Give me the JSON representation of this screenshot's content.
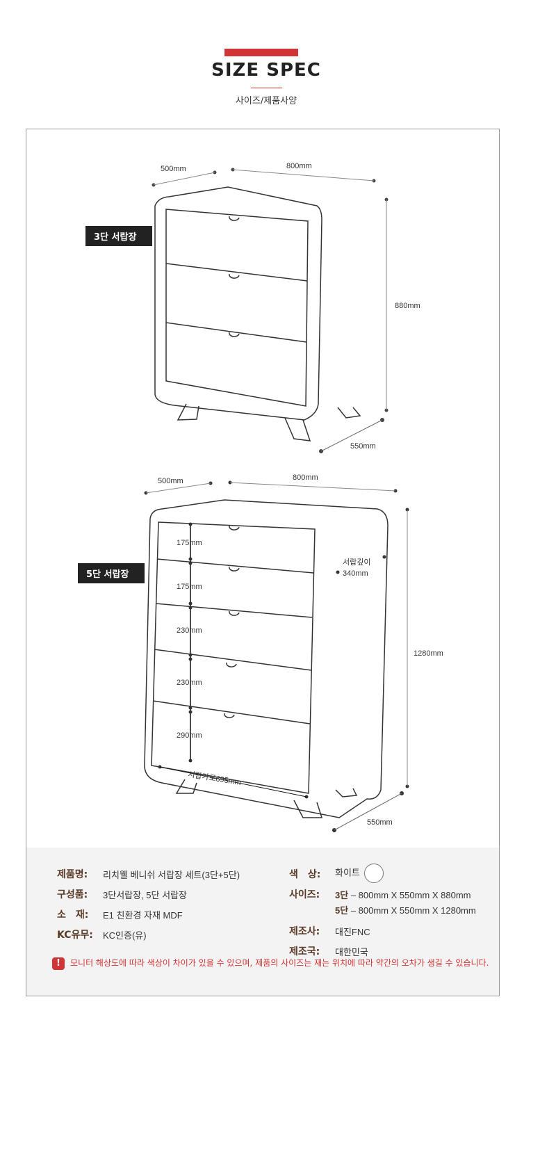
{
  "header": {
    "title": "SIZE SPEC",
    "subtitle": "사이즈/제품사양"
  },
  "drawer3": {
    "tag": "3단 서랍장",
    "depth": "500mm",
    "width": "800mm",
    "height": "880mm",
    "total_depth": "550mm"
  },
  "drawer5": {
    "tag": "5단 서랍장",
    "depth": "500mm",
    "width": "800mm",
    "height": "1280mm",
    "total_depth": "550mm",
    "inner_depth_label": "서랍깊이",
    "inner_depth": "340mm",
    "inner_width": "서랍가로695mm",
    "drawer_heights": [
      "175mm",
      "175mm",
      "230mm",
      "230mm",
      "290mm"
    ]
  },
  "spec": {
    "name_label": "제품명:",
    "name": "리치웰 베니쉬 서랍장 세트(3단+5단)",
    "parts_label": "구성품:",
    "parts": "3단서랍장, 5단 서랍장",
    "material_label": "소　재:",
    "material": "E1 친환경 자재 MDF",
    "kc_label": "KC유무:",
    "kc": "KC인증(유)",
    "color_label": "색　상:",
    "color": "화이트",
    "size_label": "사이즈:",
    "size3_key": "3단",
    "size3": " – 800mm X 550mm X 880mm",
    "size5_key": "5단",
    "size5": " – 800mm X 550mm X 1280mm",
    "maker_label": "제조사:",
    "maker": "대진FNC",
    "country_label": "제조국:",
    "country": "대한민국"
  },
  "notice": "모니터 해상도에 따라 색상이 차이가 있을 수 있으며, 제품의 사이즈는 재는 위치에 따라 약간의 오차가 생길 수 있습니다."
}
